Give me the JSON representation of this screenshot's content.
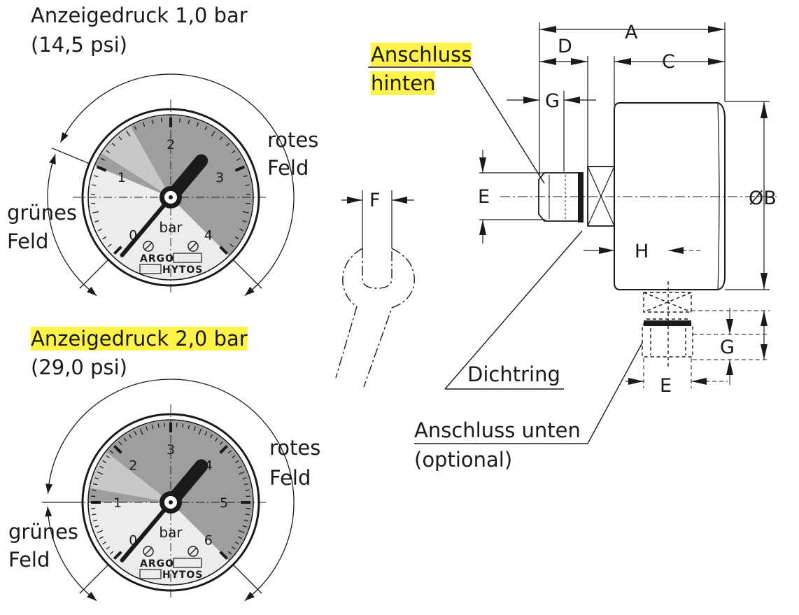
{
  "gauge_1": {
    "heading": "Anzeigedruck 1,0 bar",
    "subheading": "(14,5 psi)",
    "scale": [
      "0",
      "1",
      "2",
      "3",
      "4"
    ],
    "unit": "bar",
    "red_field": [
      "rotes",
      "Feld"
    ],
    "green_field": [
      "grünes",
      "Feld"
    ],
    "brand": [
      "ARGO",
      "HYTOS"
    ]
  },
  "gauge_2": {
    "heading": "Anzeigedruck 2,0 bar",
    "subheading": "(29,0 psi)",
    "scale": [
      "0",
      "1",
      "2",
      "3",
      "4",
      "5",
      "6"
    ],
    "unit": "bar",
    "red_field": [
      "rotes",
      "Feld"
    ],
    "green_field": [
      "grünes",
      "Feld"
    ],
    "brand": [
      "ARGO",
      "HYTOS"
    ]
  },
  "side_view": {
    "connection_rear": [
      "Anschluss",
      "hinten"
    ],
    "seal": "Dichtring",
    "connection_bottom": [
      "Anschluss unten",
      "(optional)"
    ],
    "dims": {
      "A": "A",
      "C": "C",
      "D": "D",
      "E": "E",
      "F": "F",
      "G": "G",
      "H": "H",
      "B": "ØB"
    }
  },
  "colors": {
    "highlight": "#fff34a",
    "dial_dark": "#9e9e9e",
    "dial_mid": "#c8c8c8",
    "dial_light": "#ececec",
    "ink": "#1a1a1a"
  }
}
